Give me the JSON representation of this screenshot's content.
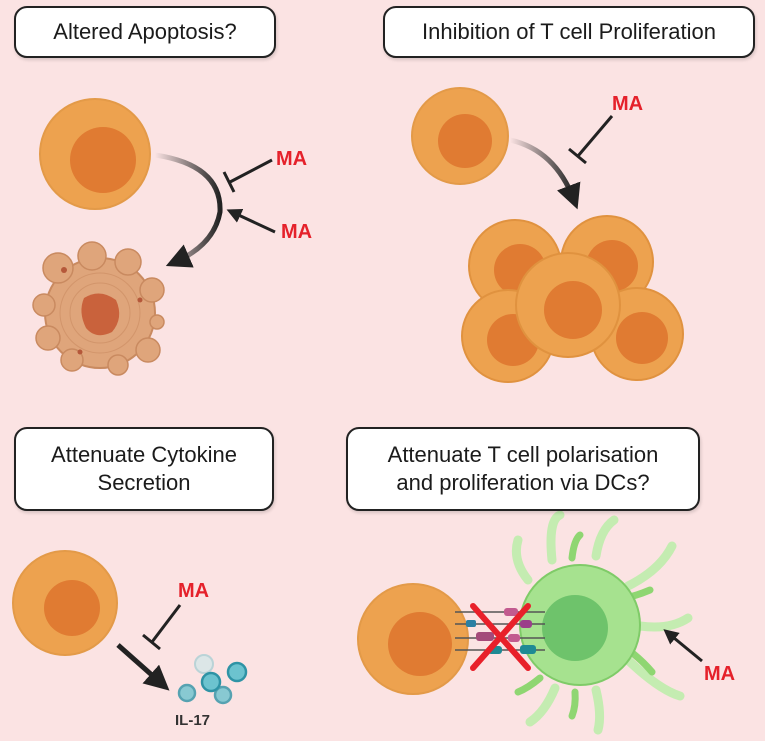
{
  "panels": {
    "apoptosis": {
      "title": "Altered Apoptosis?",
      "inhibitor_label": "MA",
      "activator_label": "MA"
    },
    "proliferation": {
      "title": "Inhibition of T cell Proliferation",
      "inhibitor_label": "MA"
    },
    "cytokine": {
      "title_line1": "Attenuate Cytokine",
      "title_line2": "Secretion",
      "inhibitor_label": "MA",
      "cytokine_label": "IL-17"
    },
    "dc": {
      "title_line1": "Attenuate T cell polarisation",
      "title_line2": "and proliferation via DCs?",
      "activator_label": "MA"
    }
  },
  "colors": {
    "background": "#fbe3e3",
    "cell_outer": "#eda24f",
    "cell_nucleus": "#e07b32",
    "apoptotic_cell": "#dfa57b",
    "dendritic_cell": "#a6e28f",
    "ma_label": "#e5212b",
    "cross": "#e8202a",
    "arrow": "#222222"
  },
  "icons": [
    "t-cell",
    "apoptotic-cell",
    "dendritic-cell",
    "il17-droplets",
    "inhibition-line",
    "activation-arrow",
    "blocked-synapse-cross"
  ]
}
